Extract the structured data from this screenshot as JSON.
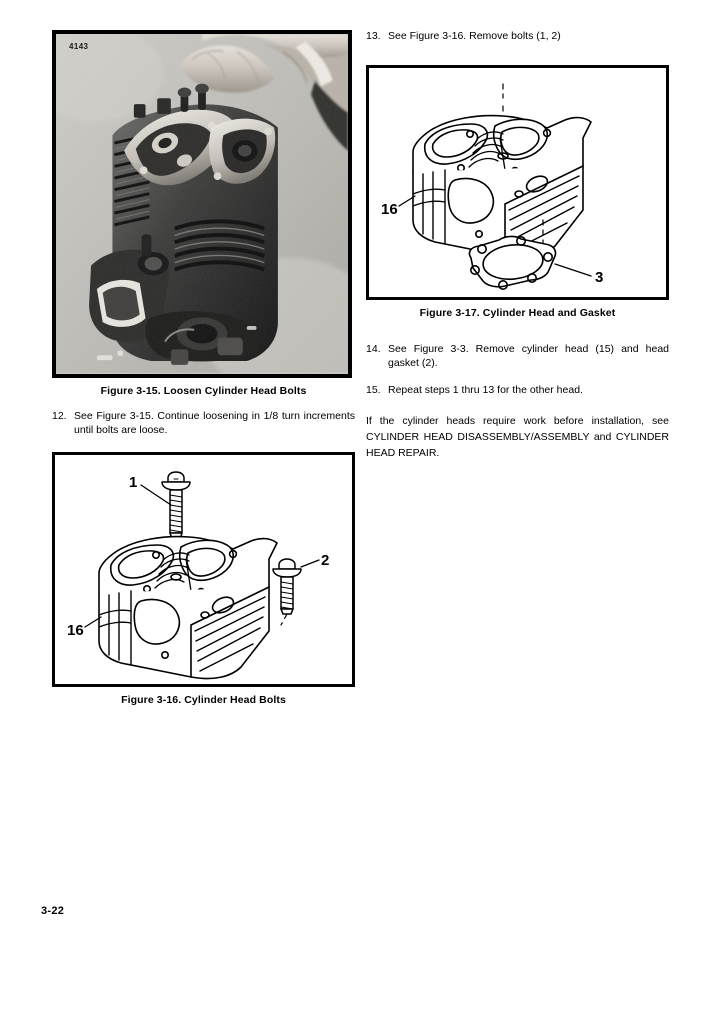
{
  "page": {
    "folio": "3-22"
  },
  "left_column": {
    "figure_3_15": {
      "photo_id": "4143",
      "caption": "Figure 3-15. Loosen Cylinder Head Bolts",
      "alt": "Black and white photograph of a V-twin motorcycle engine with a mechanic's gloved hands loosening the cylinder head bolts"
    },
    "step_12": {
      "number": "12.",
      "text": "See Figure 3-15. Continue loosening in 1/8 turn increments until bolts are loose."
    },
    "figure_3_16": {
      "caption": "Figure 3-16. Cylinder Head Bolts",
      "callouts": [
        "1",
        "2",
        "16"
      ],
      "alt": "Line drawing of a cylinder head with two head bolts exploded above it"
    }
  },
  "right_column": {
    "step_13": {
      "number": "13.",
      "text": "See Figure 3-16. Remove bolts (1, 2)"
    },
    "figure_3_17": {
      "caption": "Figure 3-17. Cylinder Head and Gasket",
      "callouts": [
        "16",
        "3"
      ],
      "alt": "Line drawing of a cylinder head with the head gasket exploded below it"
    },
    "step_14": {
      "number": "14.",
      "text": "See Figure 3-3. Remove cylinder head (15) and head gasket (2)."
    },
    "step_15": {
      "number": "15.",
      "text": "Repeat steps 1 thru 13 for the other head."
    },
    "closing_paragraph": "If the cylinder heads require work before installation, see CYLINDER HEAD DISASSEMBLY/ASSEMBLY and CYLINDER HEAD REPAIR."
  }
}
